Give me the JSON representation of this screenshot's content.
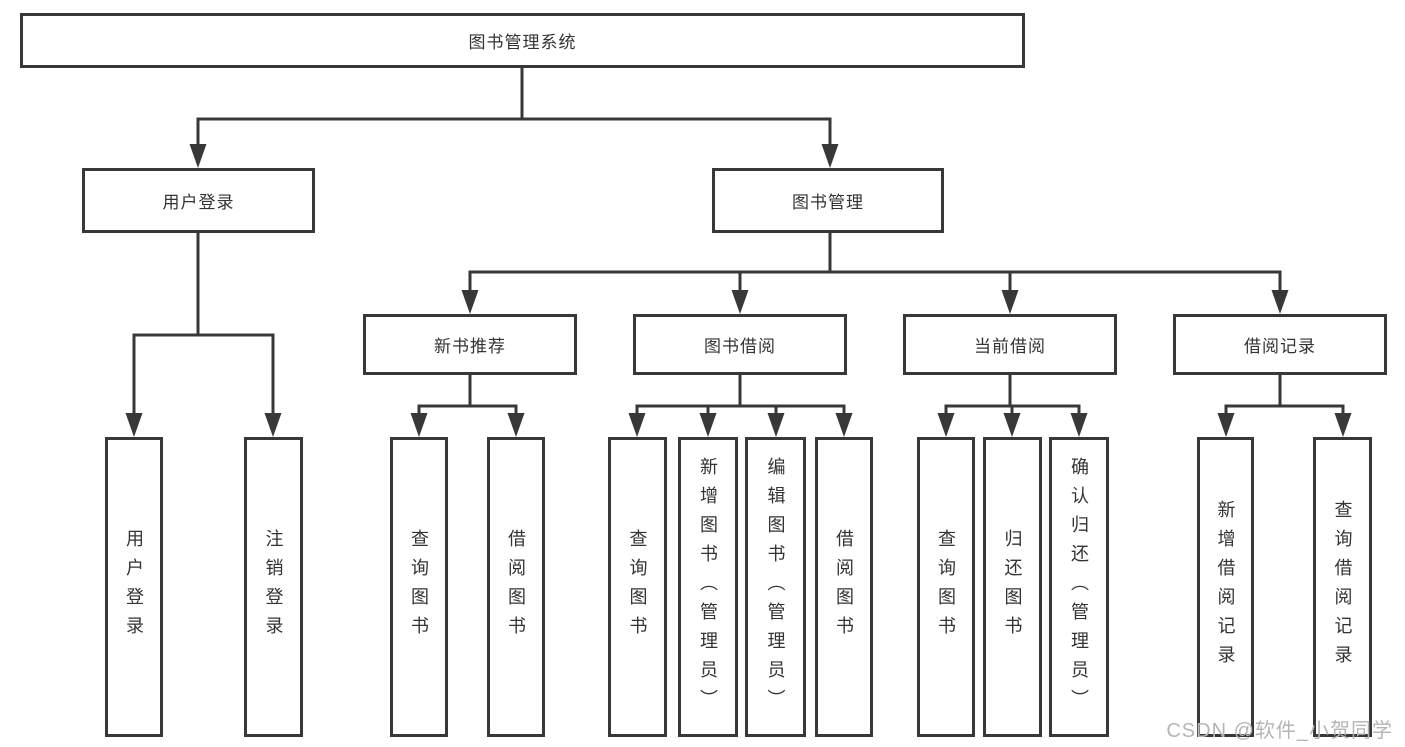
{
  "diagram": {
    "root": {
      "label": "图书管理系统",
      "children": [
        {
          "label": "用户登录",
          "children": [
            {
              "label": "用户登录"
            },
            {
              "label": "注销登录"
            }
          ]
        },
        {
          "label": "图书管理",
          "children": [
            {
              "label": "新书推荐",
              "children": [
                {
                  "label": "查询图书"
                },
                {
                  "label": "借阅图书"
                }
              ]
            },
            {
              "label": "图书借阅",
              "children": [
                {
                  "label": "查询图书"
                },
                {
                  "label": "新增图书（管理员）"
                },
                {
                  "label": "编辑图书（管理员）"
                },
                {
                  "label": "借阅图书"
                }
              ]
            },
            {
              "label": "当前借阅",
              "children": [
                {
                  "label": "查询图书"
                },
                {
                  "label": "归还图书"
                },
                {
                  "label": "确认归还（管理员）"
                }
              ]
            },
            {
              "label": "借阅记录",
              "children": [
                {
                  "label": "新增借阅记录"
                },
                {
                  "label": "查询借阅记录"
                }
              ]
            }
          ]
        }
      ]
    }
  },
  "watermark": {
    "text": "CSDN @软件_小贺同学"
  },
  "colors": {
    "line": "#383838",
    "text": "#333333",
    "box_fill": "#ffffff",
    "background": "#ffffff",
    "watermark": "#b5b5b5"
  }
}
